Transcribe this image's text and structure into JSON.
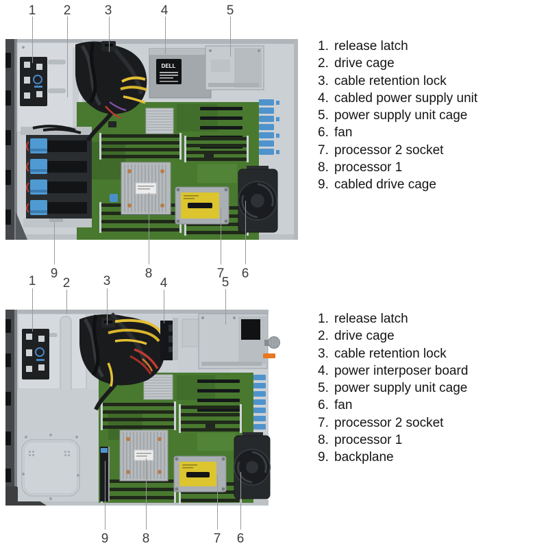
{
  "figures": [
    {
      "name": "tower-server-interior-with-cabled-psu",
      "psu_label": "DELL",
      "callouts_top": [
        "1",
        "2",
        "3",
        "4",
        "5"
      ],
      "callouts_bottom": [
        "9",
        "8",
        "7",
        "6"
      ],
      "legend": [
        {
          "num": "1.",
          "label": "release latch"
        },
        {
          "num": "2.",
          "label": "drive cage"
        },
        {
          "num": "3.",
          "label": "cable retention lock"
        },
        {
          "num": "4.",
          "label": "cabled power supply unit"
        },
        {
          "num": "5.",
          "label": "power supply unit cage"
        },
        {
          "num": "6.",
          "label": "fan"
        },
        {
          "num": "7.",
          "label": "processor 2 socket"
        },
        {
          "num": "8.",
          "label": "processor 1"
        },
        {
          "num": "9.",
          "label": "cabled drive cage"
        }
      ]
    },
    {
      "name": "tower-server-interior-with-power-interposer",
      "callouts_top": [
        "1",
        "2",
        "3",
        "4",
        "5"
      ],
      "callouts_bottom": [
        "9",
        "8",
        "7",
        "6"
      ],
      "legend": [
        {
          "num": "1.",
          "label": "release latch"
        },
        {
          "num": "2.",
          "label": "drive cage"
        },
        {
          "num": "3.",
          "label": "cable retention lock"
        },
        {
          "num": "4.",
          "label": "power interposer board"
        },
        {
          "num": "5.",
          "label": "power supply unit cage"
        },
        {
          "num": "6.",
          "label": "fan"
        },
        {
          "num": "7.",
          "label": "processor 2 socket"
        },
        {
          "num": "8.",
          "label": "processor 1"
        },
        {
          "num": "9.",
          "label": "backplane"
        }
      ]
    }
  ],
  "colors": {
    "leader_line": "#999999",
    "callout_text": "#3d3d3d",
    "legend_text": "#141414",
    "chassis_gray": "#cbd0d4",
    "bezel_dark": "#45474a",
    "motherboard_green": "#48792f",
    "retention_clip_blue": "#4f93cc",
    "drive_carrier_blue": "#4f9ad2",
    "socket_cover_yellow": "#dcc52e",
    "cable_yellow": "#e3c035",
    "cable_red": "#c23b35",
    "fan_black": "#26292c",
    "release_tab_orange": "#e87722"
  }
}
